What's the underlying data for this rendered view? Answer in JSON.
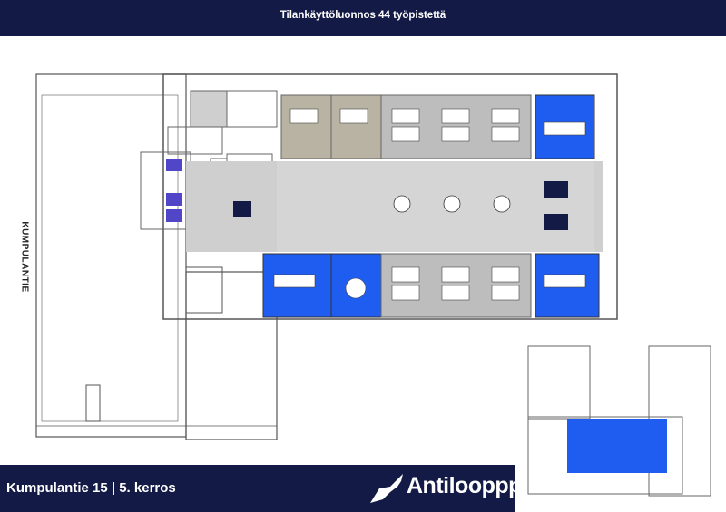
{
  "header": {
    "title": "Tilankäyttöluonnos 44 työpistettä"
  },
  "footer": {
    "address": "Kumpulantie 15  |  5. kerros",
    "brand": "Antiloopppi"
  },
  "plan": {
    "street_label": "KUMPULANTIE"
  },
  "colors": {
    "navy": "#121a45",
    "blue": "#1f5cf0",
    "gray": "#c8c8c8",
    "taupe": "#b9b3a3",
    "wall": "#555555"
  },
  "icons": [
    "wc-icon",
    "phone-icon",
    "antelope-logo-icon"
  ]
}
